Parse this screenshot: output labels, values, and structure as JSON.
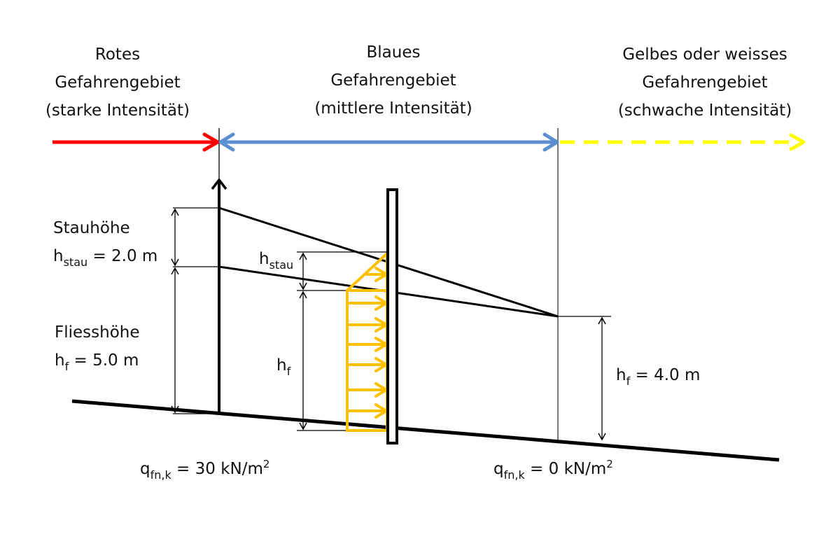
{
  "zones": [
    {
      "name": "red",
      "lines": [
        "Rotes",
        "Gefahrengebiet",
        "(starke Intensität)"
      ],
      "color": "#ff0000",
      "line_style": "solid"
    },
    {
      "name": "blue",
      "lines": [
        "Blaues",
        "Gefahrengebiet",
        "(mittlere Intensität)"
      ],
      "color": "#5b8fd0",
      "line_style": "solid-double-arrow"
    },
    {
      "name": "yellow",
      "lines": [
        "Gelbes oder weisses",
        "Gefahrengebiet",
        "(schwache Intensität)"
      ],
      "color": "#ffff00",
      "line_style": "dashed"
    }
  ],
  "left_labels": {
    "stau_title": "Stauhöhe",
    "stau_symbol": "h",
    "stau_sub": "stau",
    "stau_value": "= 2.0 m",
    "flow_title": "Fliesshöhe",
    "flow_symbol": "h",
    "flow_sub": "f",
    "flow_value": "= 5.0 m"
  },
  "wall_labels": {
    "stau_symbol": "h",
    "stau_sub": "stau",
    "flow_symbol": "h",
    "flow_sub": "f"
  },
  "right_labels": {
    "flow_symbol": "h",
    "flow_sub": "f",
    "flow_value": "= 4.0 m"
  },
  "pressure_labels": [
    {
      "symbol": "q",
      "sub": "fn,k",
      "value": "= 30 kN/m",
      "sup": "2"
    },
    {
      "symbol": "q",
      "sub": "fn,k",
      "value": "= 0 kN/m",
      "sup": "2"
    }
  ],
  "colors": {
    "pressure": "#ffc000",
    "structure": "#000000"
  }
}
